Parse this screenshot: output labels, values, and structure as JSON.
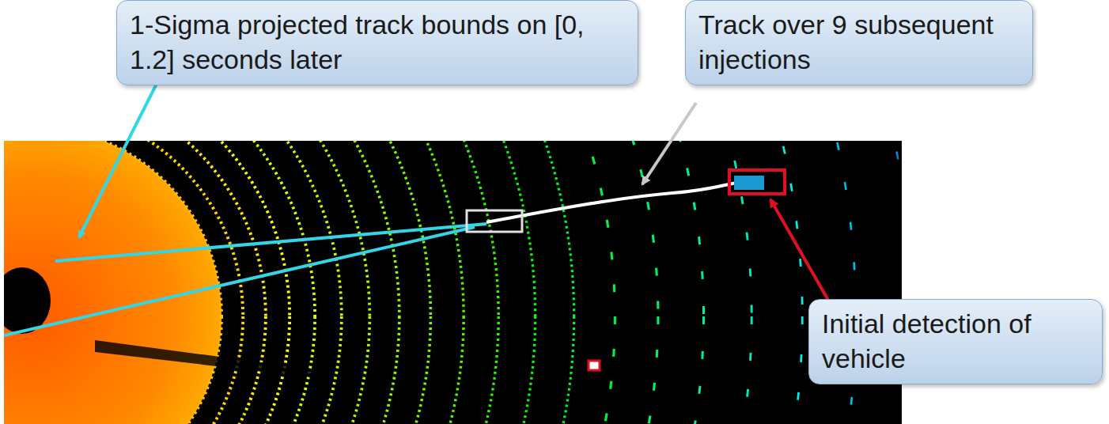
{
  "diagram": {
    "nodes": [
      {
        "text": [
          "1-Sigma projected track bounds on [0, 1.2] seconds later"
        ]
      },
      {
        "text": [
          "Track over 9 subsequent injections"
        ]
      },
      {
        "text": [
          "Initial detection of vehicle"
        ]
      }
    ]
  }
}
